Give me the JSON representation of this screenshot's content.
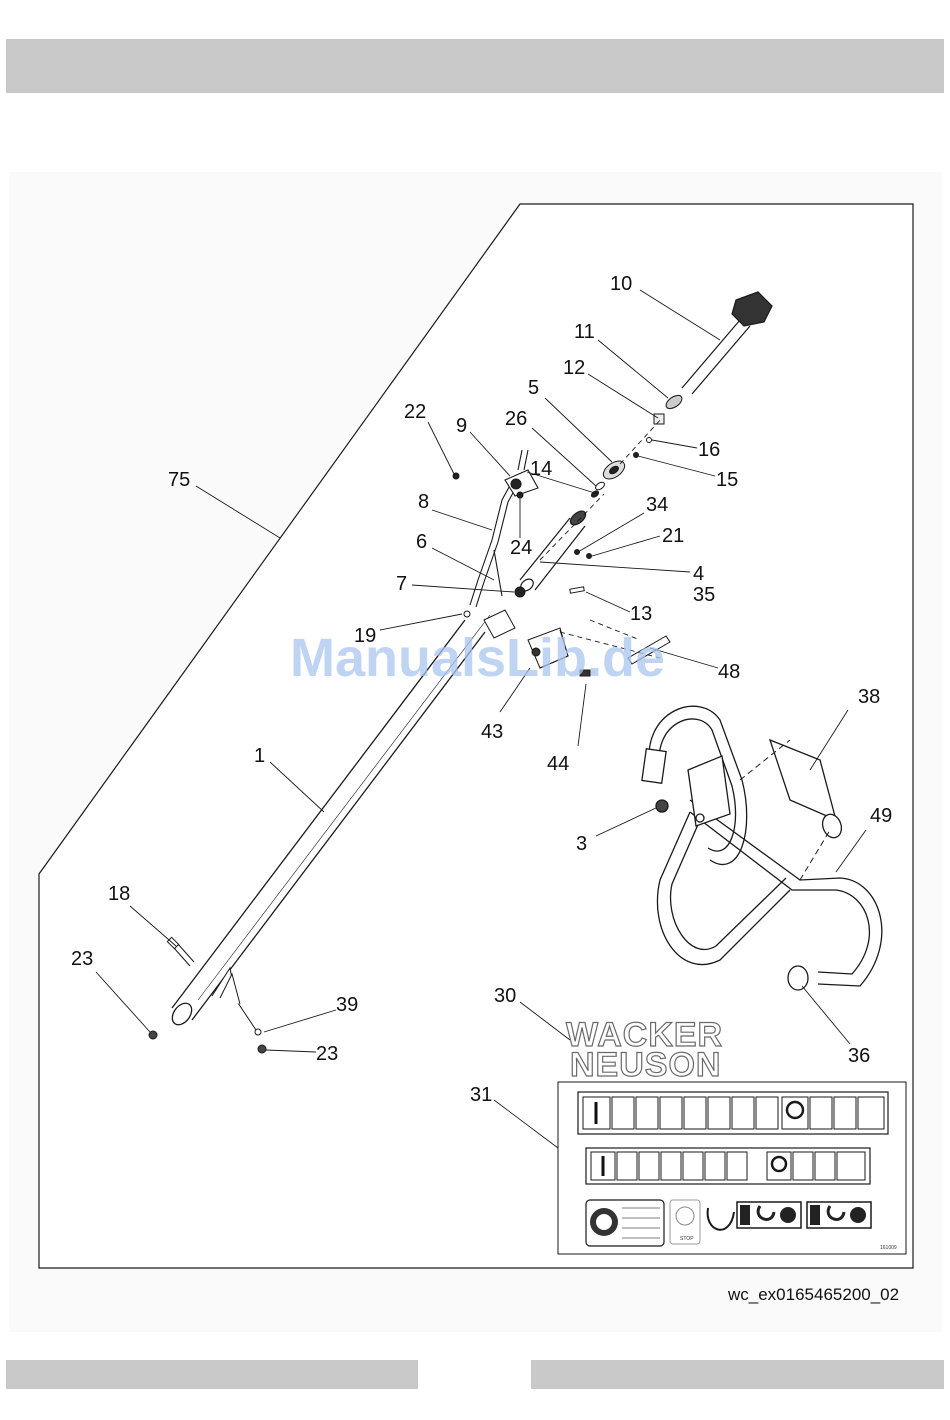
{
  "header_bar": "",
  "figure": {
    "reference_code": "wc_ex0165465200_02",
    "watermark": "ManualsLib.de",
    "callouts": [
      {
        "id": "c10",
        "text": "10"
      },
      {
        "id": "c11",
        "text": "11"
      },
      {
        "id": "c12",
        "text": "12"
      },
      {
        "id": "c5",
        "text": "5"
      },
      {
        "id": "c16",
        "text": "16"
      },
      {
        "id": "c22",
        "text": "22"
      },
      {
        "id": "c9",
        "text": "9"
      },
      {
        "id": "c26",
        "text": "26"
      },
      {
        "id": "c14",
        "text": "14"
      },
      {
        "id": "c15",
        "text": "15"
      },
      {
        "id": "c75",
        "text": "75"
      },
      {
        "id": "c8",
        "text": "8"
      },
      {
        "id": "c34",
        "text": "34"
      },
      {
        "id": "c24",
        "text": "24"
      },
      {
        "id": "c21",
        "text": "21"
      },
      {
        "id": "c6",
        "text": "6"
      },
      {
        "id": "c4",
        "text": "4"
      },
      {
        "id": "c7",
        "text": "7"
      },
      {
        "id": "c35",
        "text": "35"
      },
      {
        "id": "c13",
        "text": "13"
      },
      {
        "id": "c19",
        "text": "19"
      },
      {
        "id": "c48",
        "text": "48"
      },
      {
        "id": "c38",
        "text": "38"
      },
      {
        "id": "c43",
        "text": "43"
      },
      {
        "id": "c1",
        "text": "1"
      },
      {
        "id": "c44",
        "text": "44"
      },
      {
        "id": "c49",
        "text": "49"
      },
      {
        "id": "c3",
        "text": "3"
      },
      {
        "id": "c18",
        "text": "18"
      },
      {
        "id": "c23a",
        "text": "23"
      },
      {
        "id": "c30",
        "text": "30"
      },
      {
        "id": "c39",
        "text": "39"
      },
      {
        "id": "c23b",
        "text": "23"
      },
      {
        "id": "c36",
        "text": "36"
      },
      {
        "id": "c31",
        "text": "31"
      }
    ],
    "logo": {
      "line1": "WACKER",
      "line2": "NEUSON"
    },
    "decal_sheet": {
      "stop_label": "STOP",
      "sheet_code": "161009"
    }
  },
  "footer_bars": [
    "",
    ""
  ],
  "colors": {
    "bar_gray": "#c9c9c9",
    "panel_bg": "#fafafa",
    "line": "#1a1a1a",
    "watermark": "#a9c6ef"
  }
}
